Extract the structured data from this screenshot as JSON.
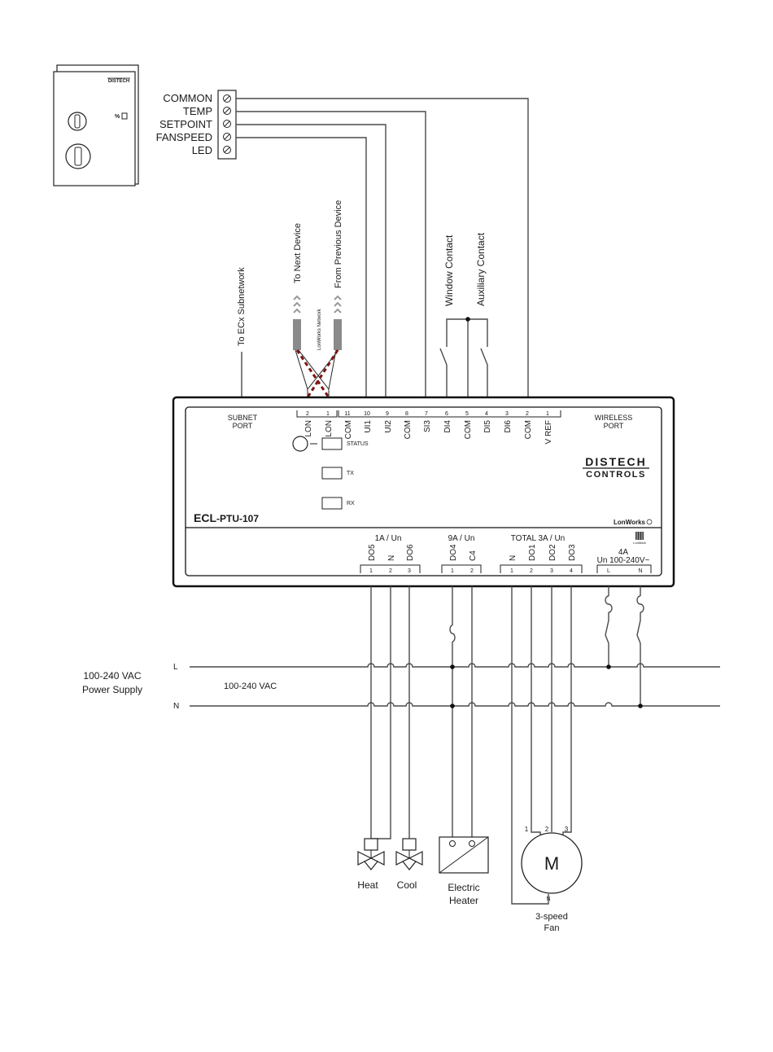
{
  "sensor": {
    "badge": "DISTECH",
    "terminals": [
      "COMMON",
      "TEMP",
      "SETPOINT",
      "FANSPEED",
      "LED"
    ]
  },
  "network": {
    "ecx": "To ECx Subnetwork",
    "next": "To Next Device",
    "previous": "From Previous Device",
    "lonworks": "LonWorks Network"
  },
  "contacts": {
    "window": "Window Contact",
    "auxiliary": "Auxiliary Contact"
  },
  "controller": {
    "model_prefix": "ECL",
    "model_suffix": "-PTU-107",
    "brand_line1": "DISTECH",
    "brand_line2": "CONTROLS",
    "lonworks_logo": "LonWorks",
    "lonmark": "LonMark",
    "subnet_port": [
      "SUBNET",
      "PORT"
    ],
    "wireless_port": [
      "WIRELESS",
      "PORT"
    ],
    "leds": [
      "STATUS",
      "TX",
      "RX"
    ],
    "top_terminals": [
      {
        "num": "2",
        "label": "LON"
      },
      {
        "num": "1",
        "label": "LON"
      },
      {
        "num": "11",
        "label": "COM"
      },
      {
        "num": "10",
        "label": "UI1"
      },
      {
        "num": "9",
        "label": "UI2"
      },
      {
        "num": "8",
        "label": "COM"
      },
      {
        "num": "7",
        "label": "SI3"
      },
      {
        "num": "6",
        "label": "DI4"
      },
      {
        "num": "5",
        "label": "COM"
      },
      {
        "num": "4",
        "label": "DI5"
      },
      {
        "num": "3",
        "label": "DI6"
      },
      {
        "num": "2",
        "label": "COM"
      },
      {
        "num": "1",
        "label": "V REF"
      }
    ],
    "groups": [
      {
        "rating": "1A / Un",
        "terminals": [
          {
            "label": "DO5",
            "num": "1"
          },
          {
            "label": "N",
            "num": "2"
          },
          {
            "label": "DO6",
            "num": "3"
          }
        ]
      },
      {
        "rating": "9A / Un",
        "terminals": [
          {
            "label": "DO4",
            "num": "1"
          },
          {
            "label": "C4",
            "num": "2"
          }
        ]
      },
      {
        "rating": "TOTAL 3A / Un",
        "terminals": [
          {
            "label": "N",
            "num": "1"
          },
          {
            "label": "DO1",
            "num": "2"
          },
          {
            "label": "DO2",
            "num": "3"
          },
          {
            "label": "DO3",
            "num": "4"
          }
        ]
      },
      {
        "rating": "4A",
        "rating2": "Un 100-240V~",
        "terminals": [
          {
            "label": "",
            "num": "L"
          },
          {
            "label": "",
            "num": "N"
          }
        ]
      }
    ]
  },
  "power": {
    "supply_line1": "100-240 VAC",
    "supply_line2": "Power Supply",
    "bus_label": "100-240 VAC",
    "line_l": "L",
    "line_n": "N"
  },
  "loads": {
    "heat": "Heat",
    "cool": "Cool",
    "heater_line1": "Electric",
    "heater_line2": "Heater",
    "motor": "M",
    "motor_n": "N",
    "motor_terminals": [
      "1",
      "2",
      "3"
    ],
    "fan_line1": "3-speed",
    "fan_line2": "Fan"
  }
}
